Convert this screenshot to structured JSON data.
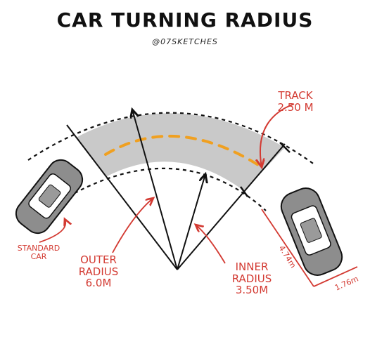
{
  "header": {
    "title": "CAR TURNING RADIUS",
    "handle": "@07SKETCHES"
  },
  "labels": {
    "track_title": "TRACK",
    "track_value": "2.50 M",
    "standard_car_line1": "STANDARD",
    "standard_car_line2": "CAR",
    "outer_line1": "OUTER",
    "outer_line2": "RADIUS",
    "outer_value": "6.0M",
    "inner_line1": "INNER",
    "inner_line2": "RADIUS",
    "inner_value": "3.50M",
    "car_length": "4.74m",
    "car_width": "1.76m"
  },
  "colors": {
    "annotation": "#d33a32",
    "track_fill": "#c9c9c9",
    "path_dash": "#f0a020",
    "ink": "#111111"
  }
}
